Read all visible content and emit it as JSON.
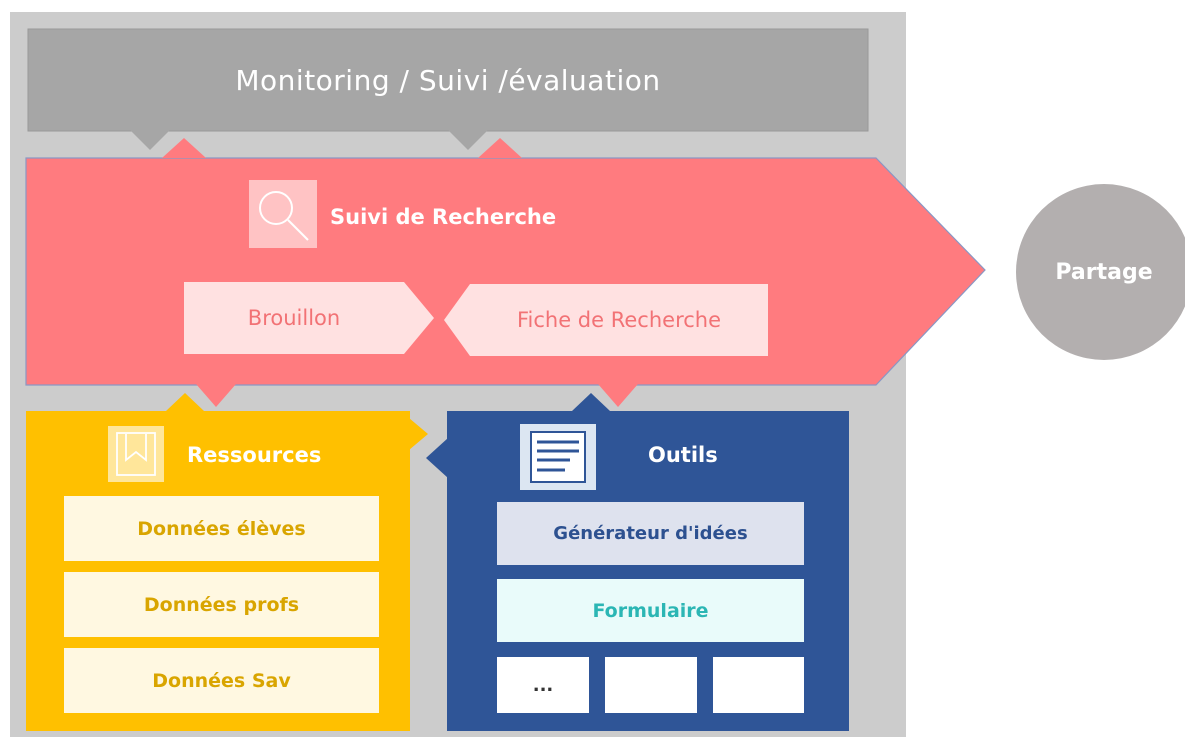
{
  "monitoring": {
    "title": "Monitoring / Suivi /évaluation"
  },
  "suivi": {
    "title": "Suivi de Recherche",
    "icon": "search-icon"
  },
  "brouillon": {
    "label": "Brouillon"
  },
  "fiche": {
    "label": "Fiche de Recherche"
  },
  "partage": {
    "label": "Partage"
  },
  "ressources": {
    "title": "Ressources",
    "icon": "bookmark-icon",
    "items": [
      "Données élèves",
      "Données profs",
      "Données Sav"
    ]
  },
  "outils": {
    "title": "Outils",
    "icon": "document-icon",
    "items": [
      "Générateur d'idées",
      "Formulaire"
    ],
    "more": "..."
  },
  "colors": {
    "panel": "#cccccc",
    "monitoring": "#a6a6a6",
    "recherche": "#ff7b7f",
    "ressources": "#ffc000",
    "outils": "#2f5597",
    "partage": "#b3afaf"
  }
}
